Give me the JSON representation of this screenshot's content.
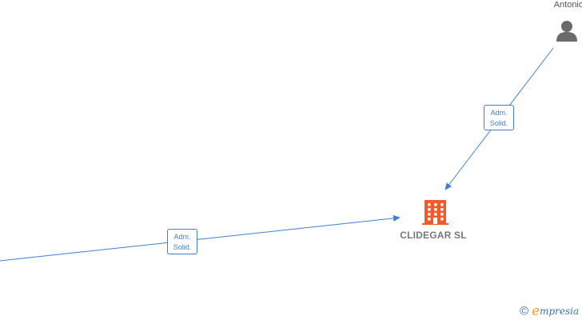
{
  "nodes": {
    "person": {
      "name": "Antonio",
      "icon": "person-icon"
    },
    "company": {
      "name": "CLIDEGAR  SL",
      "icon": "building-icon",
      "color": "#f4592a"
    }
  },
  "edges": [
    {
      "from": "person",
      "to": "company",
      "role_line1": "Adm.",
      "role_line2": "Solid."
    },
    {
      "from": "offscreen-left",
      "to": "company",
      "role_line1": "Adm.",
      "role_line2": "Solid."
    }
  ],
  "colors": {
    "edge": "#3f7fd6",
    "person_icon": "#6b6b6b"
  },
  "watermark": {
    "copyright": "©",
    "brand_initial": "e",
    "brand_rest": "mpresia"
  }
}
